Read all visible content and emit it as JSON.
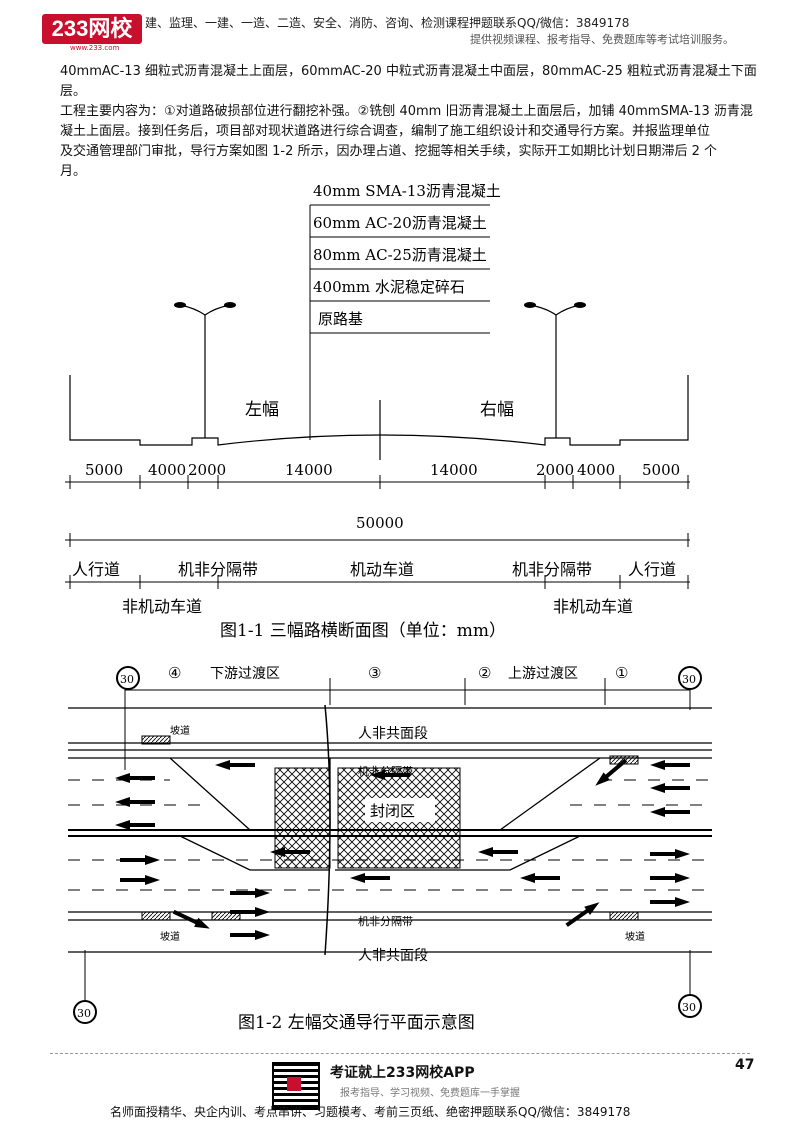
{
  "header": {
    "logo": "233网校",
    "logo_sub": "www.233.com",
    "line1": "建、监理、一建、一造、二造、安全、消防、咨询、检测课程押题联系QQ/微信：3849178",
    "line2": "提供视频课程、报考指导、免费题库等考试培训服务。"
  },
  "paragraph": {
    "line1": "40mmAC-13 细粒式沥青混凝土上面层，60mmAC-20 中粒式沥青混凝土中面层，80mmAC-25 粗粒式沥青混凝土下面层。",
    "line2": "工程主要内容为：①对道路破损部位进行翻挖补强。②铣刨 40mm 旧沥青混凝土上面层后，加铺 40mmSMA-13 沥青混",
    "line3": "凝土上面层。接到任务后，项目部对现状道路进行综合调查，编制了施工组织设计和交通导行方案。并报监理单位",
    "line4": "及交通管理部门审批，导行方案如图 1-2 所示，因办理占道、挖掘等相关手续，实际开工如期比计划日期滞后 2 个",
    "line5": "月。"
  },
  "figure1": {
    "layers": [
      "40mm SMA-13沥青混凝土",
      "60mm AC-20沥青混凝土",
      "80mm AC-25沥青混凝土",
      "400mm 水泥稳定碎石",
      "原路基"
    ],
    "left_label": "左幅",
    "right_label": "右幅",
    "dims": [
      "5000",
      "4000",
      "2000",
      "14000",
      "14000",
      "2000",
      "4000",
      "5000"
    ],
    "total": "50000",
    "zones": [
      "人行道",
      "机非分隔带",
      "机动车道",
      "机非分隔带",
      "人行道"
    ],
    "nonmotor": [
      "非机动车道",
      "非机动车道"
    ],
    "caption": "图1-1   三幅路横断面图（单位：mm）"
  },
  "figure2": {
    "zone_nums": [
      "④",
      "③",
      "②",
      "①"
    ],
    "downstream": "下游过渡区",
    "upstream": "上游过渡区",
    "speed": "30",
    "ramp": "坡道",
    "mixed_top": "人非共面段",
    "mixed_bottom": "人非共面段",
    "separator_top": "机非分隔带",
    "separator_bottom": "机非分隔带",
    "closed": "封闭区",
    "caption": "图1-2   左幅交通导行平面示意图"
  },
  "footer": {
    "page": "47",
    "title": "考证就上233网校APP",
    "subtitle": "报考指导、学习视频、免费题库一手掌握",
    "contact": "名师面授精华、央企内训、考点串讲、习题模考、考前三页纸、绝密押题联系QQ/微信：3849178"
  }
}
